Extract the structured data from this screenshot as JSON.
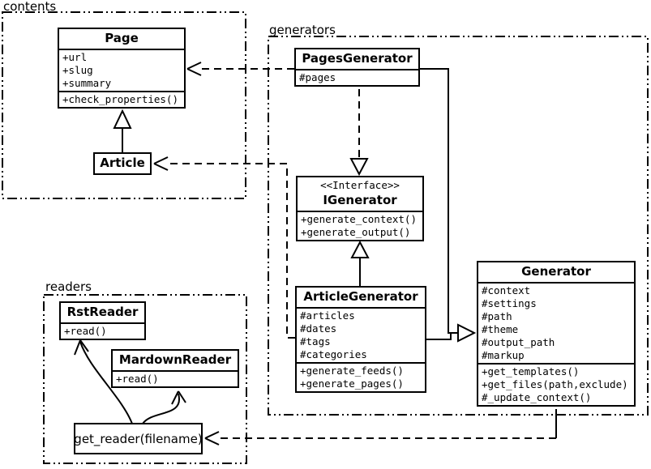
{
  "diagram": {
    "packages": {
      "contents": {
        "label": "contents"
      },
      "generators": {
        "label": "generators"
      },
      "readers": {
        "label": "readers"
      }
    },
    "classes": {
      "page": {
        "name": "Page",
        "attributes": [
          "+url",
          "+slug",
          "+summary"
        ],
        "methods": [
          "+check_properties()"
        ]
      },
      "article": {
        "name": "Article"
      },
      "pages_generator": {
        "name": "PagesGenerator",
        "attributes": [
          "#pages"
        ]
      },
      "igenerator": {
        "stereotype": "<<Interface>>",
        "name": "IGenerator",
        "methods": [
          "+generate_context()",
          "+generate_output()"
        ]
      },
      "article_generator": {
        "name": "ArticleGenerator",
        "attributes": [
          "#articles",
          "#dates",
          "#tags",
          "#categories"
        ],
        "methods": [
          "+generate_feeds()",
          "+generate_pages()"
        ]
      },
      "generator": {
        "name": "Generator",
        "attributes": [
          "#context",
          "#settings",
          "#path",
          "#theme",
          "#output_path",
          "#markup"
        ],
        "methods": [
          "+get_templates()",
          "+get_files(path,exclude)",
          "#_update_context()"
        ]
      },
      "rst_reader": {
        "name": "RstReader",
        "methods": [
          "+read()"
        ]
      },
      "markdown_reader": {
        "name": "MardownReader",
        "methods": [
          "+read()"
        ]
      },
      "get_reader": {
        "label": "get_reader(filename)"
      }
    },
    "colors": {
      "line": "#000000",
      "background": "#ffffff"
    }
  }
}
